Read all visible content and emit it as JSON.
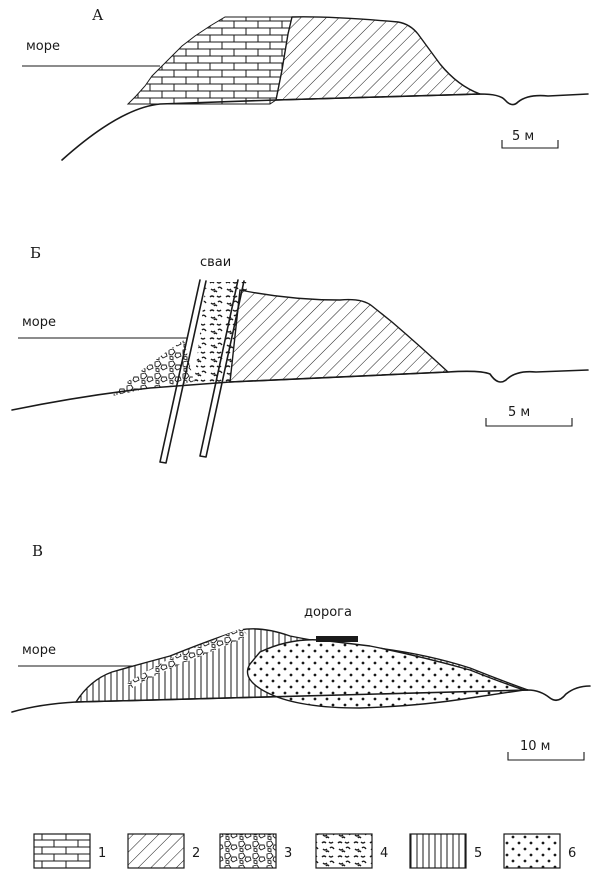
{
  "panels": {
    "a": {
      "letter": "А",
      "sea": "море",
      "scale": "5 м"
    },
    "b": {
      "letter": "Б",
      "sea": "море",
      "piles": "сваи",
      "scale": "5 м"
    },
    "c": {
      "letter": "В",
      "sea": "море",
      "road": "дорога",
      "scale": "10 м"
    }
  },
  "legend": [
    {
      "num": "1",
      "pattern": "brick-icon"
    },
    {
      "num": "2",
      "pattern": "diagonal-hatch-icon"
    },
    {
      "num": "3",
      "pattern": "boulders-icon"
    },
    {
      "num": "4",
      "pattern": "rubble-icon"
    },
    {
      "num": "5",
      "pattern": "vertical-hatch-icon"
    },
    {
      "num": "6",
      "pattern": "dots-icon"
    }
  ]
}
